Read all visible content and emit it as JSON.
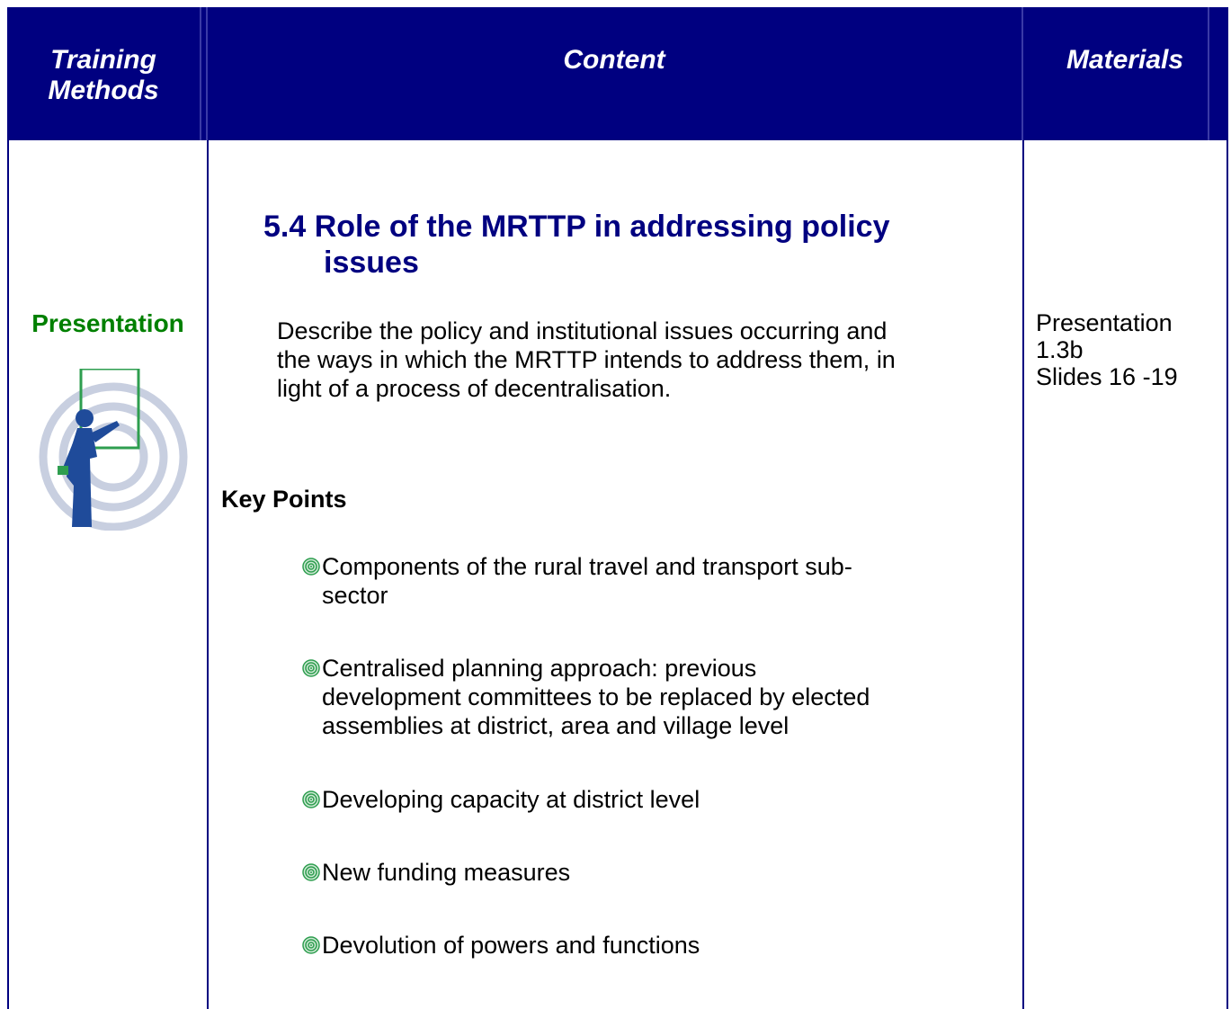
{
  "header": {
    "col1": [
      "Training",
      "Methods"
    ],
    "col2": "Content",
    "col3": "Materials"
  },
  "method": {
    "label": "Presentation",
    "icon": "presenter-icon"
  },
  "content": {
    "title_line1": "5.4 Role of the MRTTP in addressing policy",
    "title_line2": "issues",
    "description_lines": [
      "Describe the policy and institutional issues occurring and",
      "the ways in which the MRTTP intends to address them, in",
      "light of a process of decentralisation."
    ],
    "key_points_heading": "Key Points",
    "key_points": [
      {
        "lines": [
          "Components of the rural travel and transport sub-",
          "sector"
        ]
      },
      {
        "lines": [
          "Centralised planning approach: previous",
          "development committees to be replaced by elected",
          "assemblies at district, area and village level"
        ]
      },
      {
        "lines": [
          "Developing capacity at district level"
        ]
      },
      {
        "lines": [
          "New funding measures"
        ]
      },
      {
        "lines": [
          "Devolution of powers and functions"
        ]
      }
    ]
  },
  "materials": {
    "lines": [
      "Presentation",
      "1.3b",
      "Slides 16 -19"
    ]
  },
  "colors": {
    "header_bg": "#000080",
    "title": "#000080",
    "method": "#008000",
    "bullet": "#2e9e4f"
  }
}
